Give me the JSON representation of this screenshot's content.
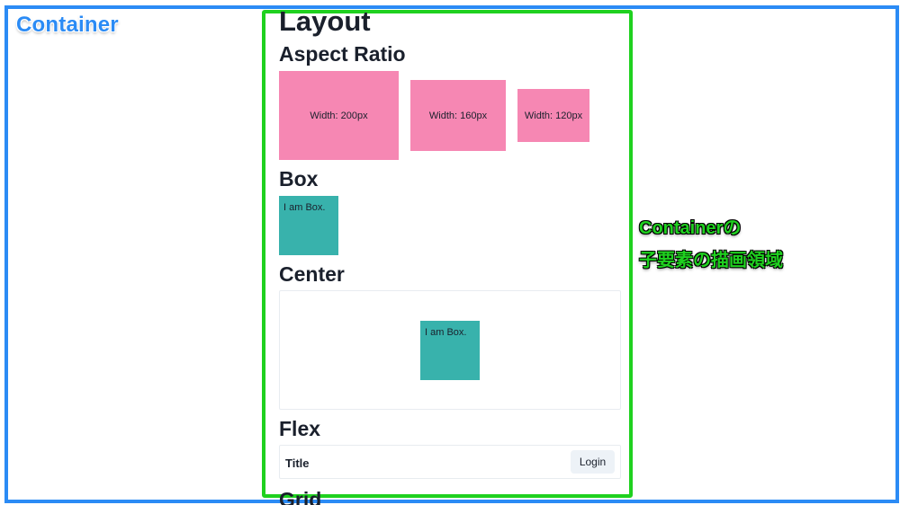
{
  "annotations": {
    "outer_label": "Container",
    "inner_label_line1": "Containerの",
    "inner_label_line2": "子要素の描画領域",
    "outer_color": "#2b8bf5",
    "inner_color": "#1fd11f"
  },
  "page": {
    "title": "Layout"
  },
  "sections": {
    "aspect_ratio": {
      "heading": "Aspect Ratio",
      "boxes": [
        "Width: 200px",
        "Width: 160px",
        "Width: 120px"
      ],
      "color": "#f687b3"
    },
    "box": {
      "heading": "Box",
      "box_text": "I am Box.",
      "color": "#38b2ac"
    },
    "center": {
      "heading": "Center",
      "box_text": "I am Box."
    },
    "flex": {
      "heading": "Flex",
      "title": "Title",
      "button_label": "Login"
    },
    "grid": {
      "heading": "Grid"
    }
  }
}
